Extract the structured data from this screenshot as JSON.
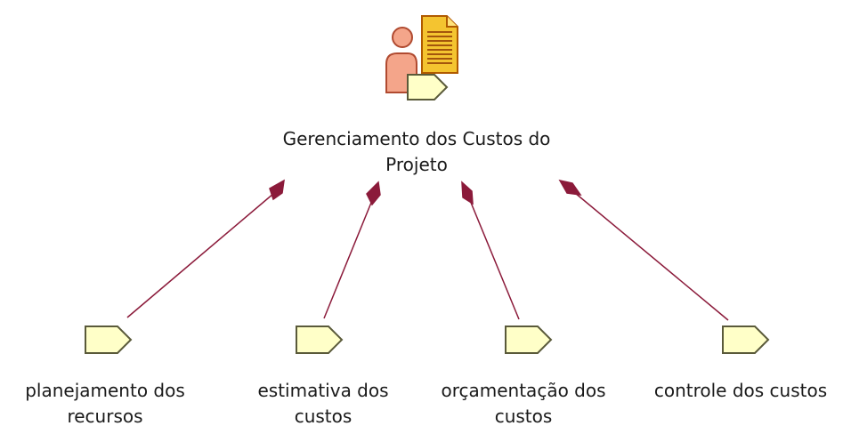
{
  "diagram": {
    "root": {
      "label": "Gerenciamento dos Custos do\nProjeto",
      "icon": "process-group-icon"
    },
    "children": [
      {
        "label": "planejamento dos\nrecursos",
        "icon": "process-tag-icon"
      },
      {
        "label": "estimativa dos\ncustos",
        "icon": "process-tag-icon"
      },
      {
        "label": "orçamentação dos\ncustos",
        "icon": "process-tag-icon"
      },
      {
        "label": "controle dos custos",
        "icon": "process-tag-icon"
      }
    ],
    "colors": {
      "connector": "#8b1a3a",
      "tag_fill": "#ffffc8",
      "tag_stroke": "#5a5a3a",
      "doc_fill": "#f4c430",
      "doc_stroke": "#b05a00",
      "person_fill": "#f4a58a",
      "person_stroke": "#b04a30"
    }
  }
}
